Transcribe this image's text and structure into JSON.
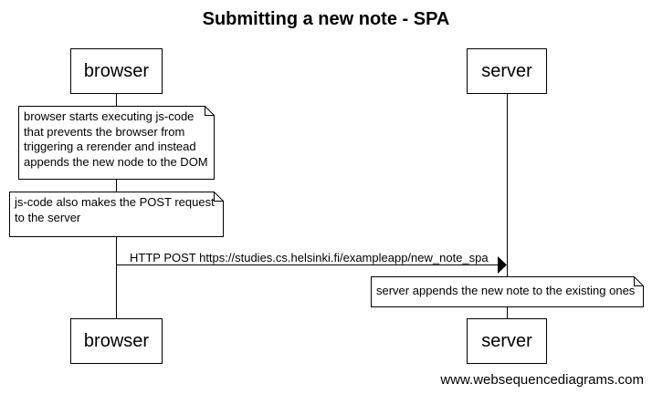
{
  "diagram": {
    "title": "Submitting a new note - SPA",
    "participants": [
      {
        "id": "browser",
        "label": "browser"
      },
      {
        "id": "server",
        "label": "server"
      }
    ],
    "notes": [
      {
        "over": "browser",
        "text": "browser starts executing js-code\nthat prevents the browser from\ntriggering a rerender and instead\nappends the new node to the DOM"
      },
      {
        "over": "browser",
        "text": "js-code also makes the POST request\nto the server"
      },
      {
        "over": "server",
        "text": "server appends the new note to the existing ones"
      }
    ],
    "messages": [
      {
        "from": "browser",
        "to": "server",
        "label": "HTTP POST https://studies.cs.helsinki.fi/exampleapp/new_note_spa"
      }
    ],
    "footer": "www.websequencediagrams.com"
  }
}
